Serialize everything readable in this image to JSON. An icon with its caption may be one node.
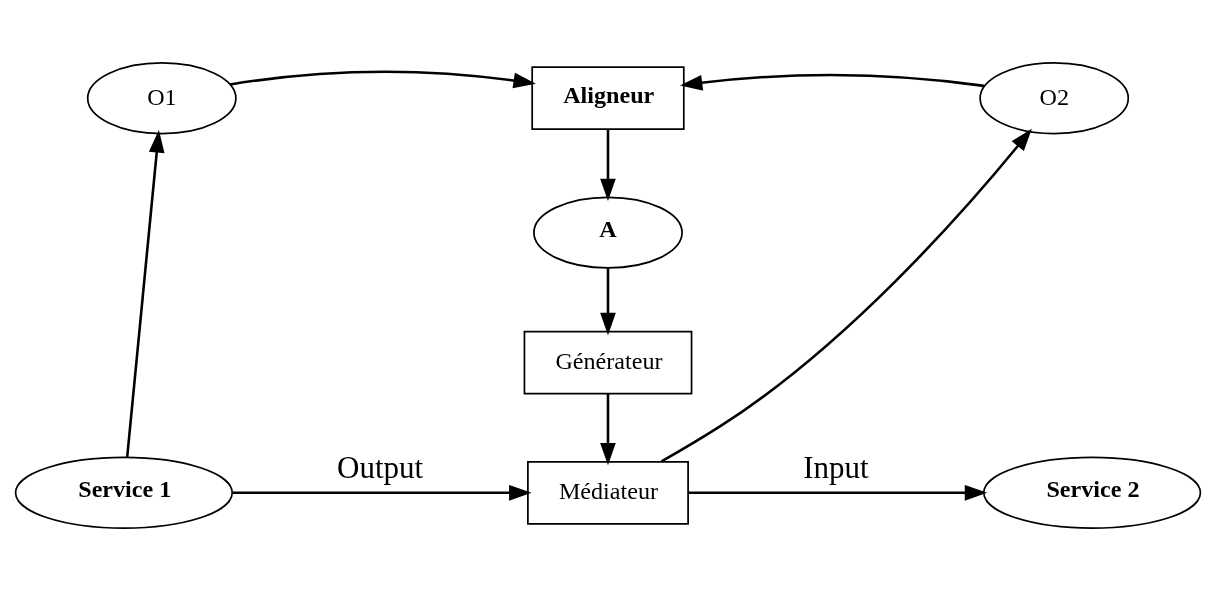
{
  "diagram": {
    "nodes": [
      {
        "text": [
          "O1"
        ]
      },
      {
        "text": [
          "Aligneur"
        ]
      },
      {
        "text": [
          "O2"
        ]
      },
      {
        "text": [
          "A"
        ]
      },
      {
        "text": [
          "Générateur"
        ]
      },
      {
        "text": [
          "Service 1"
        ]
      },
      {
        "text": [
          "Médiateur"
        ]
      },
      {
        "text": [
          "Service 2"
        ]
      }
    ],
    "edges": [
      {
        "from": 0,
        "to": 1,
        "arrow": "to"
      },
      {
        "from": 2,
        "to": 1,
        "arrow": "to"
      },
      {
        "from": 1,
        "to": 3,
        "arrow": "to"
      },
      {
        "from": 3,
        "to": 4,
        "arrow": "to"
      },
      {
        "from": 4,
        "to": 6,
        "arrow": "to"
      },
      {
        "from": 5,
        "to": 0,
        "arrow": "to"
      },
      {
        "from": 5,
        "to": 6,
        "label": "Output",
        "arrow": "to"
      },
      {
        "from": 6,
        "to": 7,
        "label": "Input",
        "arrow": "to"
      },
      {
        "from": 6,
        "to": 2,
        "arrow": "to"
      }
    ]
  }
}
